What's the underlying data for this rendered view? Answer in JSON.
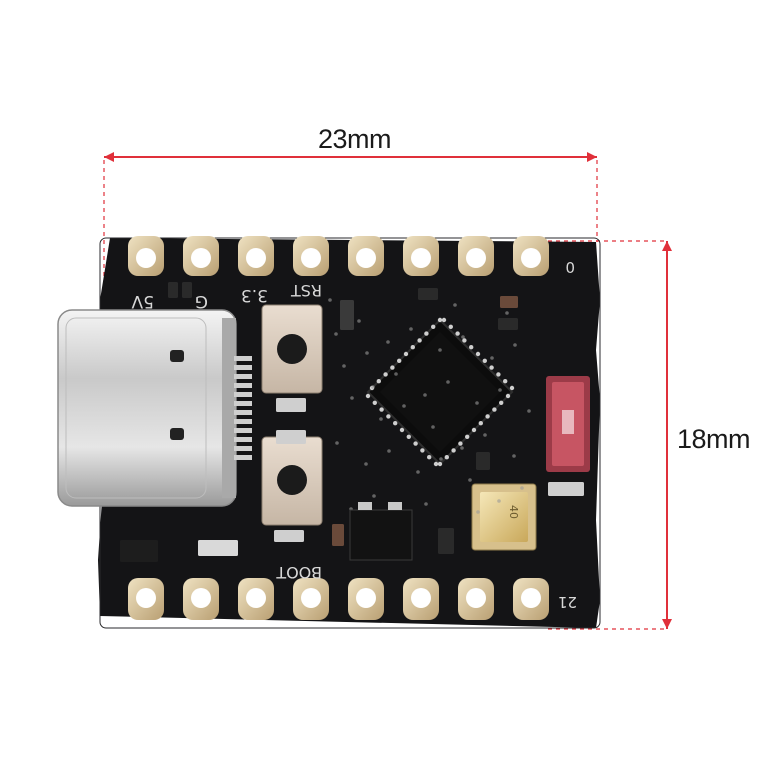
{
  "dimensions": {
    "width_label": "23mm",
    "height_label": "18mm",
    "dimension_line_color": "#e0303a"
  },
  "board": {
    "pcb_color": "#141416",
    "pad_color": "#d9c9a6",
    "silkscreen_color": "#d8d8d8",
    "labels": {
      "pin_5v": "5V",
      "pin_g": "G",
      "pin_3v3": "3.3",
      "rst": "RST",
      "boot": "BOOT",
      "pin_0": "0",
      "pin_21": "21",
      "crystal_marking": "40"
    }
  }
}
